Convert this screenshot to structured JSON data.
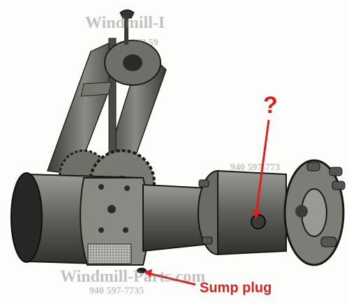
{
  "watermarks": {
    "top_name": "Windmill-I",
    "top_phone": "940 59",
    "mid_phone": "940 597-773",
    "bottom_name": "Windmill-Parts.com",
    "bottom_phone": "940 597-7735"
  },
  "annotations": {
    "question_mark": "?",
    "sump_plug_label": "Sump plug",
    "arrow_color": "#e21d1d"
  }
}
